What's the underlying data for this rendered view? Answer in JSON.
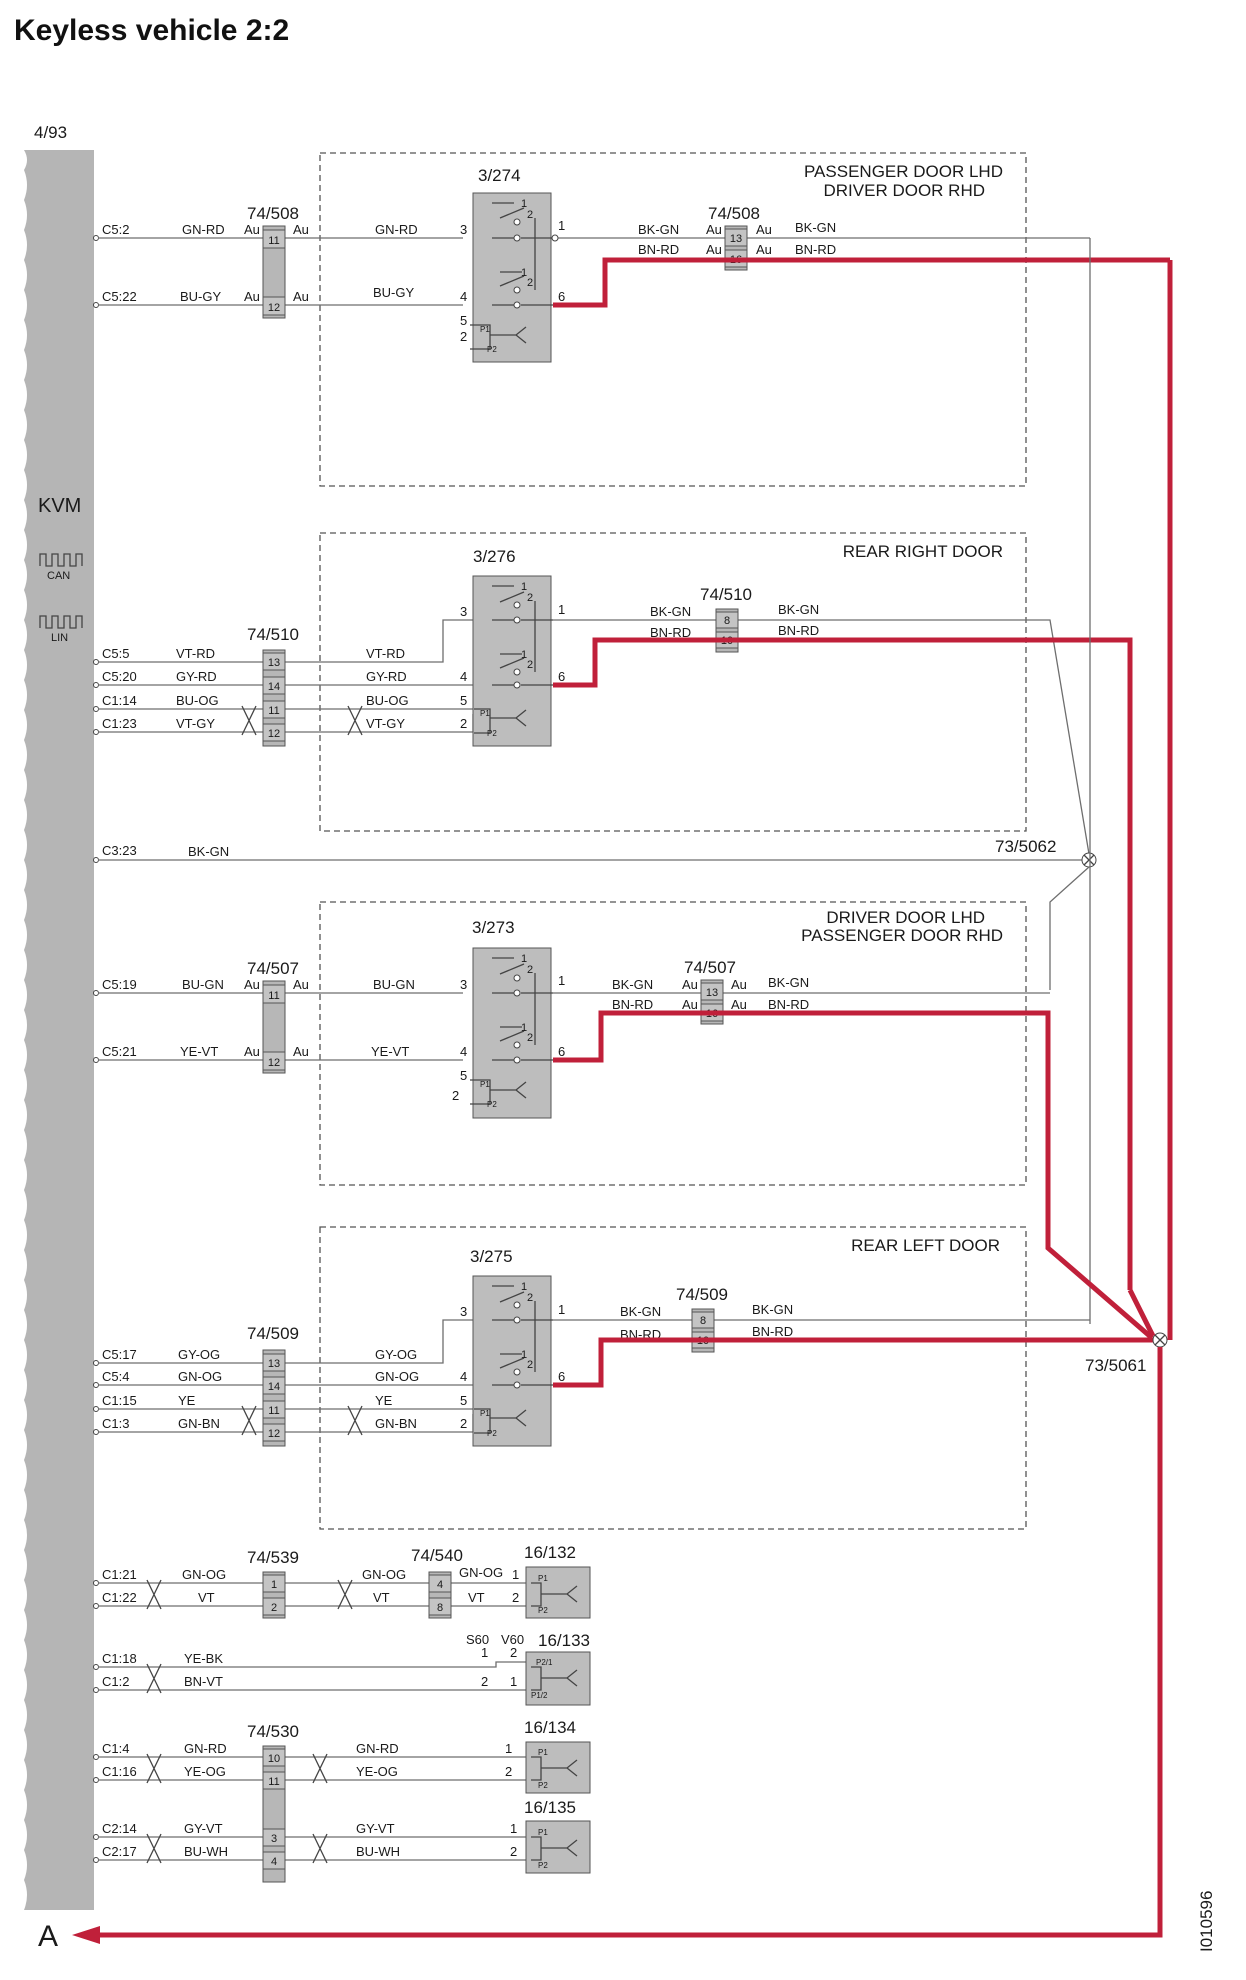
{
  "title": "Keyless vehicle 2:2",
  "colors": {
    "highlight": "#c0203a",
    "module": "#b7b7b7"
  },
  "kvm": {
    "ref": "4/93",
    "label": "KVM",
    "can": "CAN",
    "lin": "LIN"
  },
  "common": {
    "au": "Au",
    "p1": "P1",
    "p2": "P2"
  },
  "door1": {
    "label1": "PASSENGER DOOR LHD",
    "label2": "DRIVER DOOR RHD",
    "module": "3/274",
    "conn_left": "74/508",
    "conn_right": "74/508",
    "pins_left": [
      "11",
      "12"
    ],
    "pins_right": [
      "13",
      "16"
    ],
    "kvm_pins": [
      "C5:2",
      "C5:22"
    ],
    "wires_left": [
      "GN-RD",
      "BU-GY"
    ],
    "wires_mid": [
      "GN-RD",
      "BU-GY"
    ],
    "module_pins_left": [
      "3",
      "4",
      "5",
      "2"
    ],
    "module_pins_right": [
      "1",
      "6"
    ],
    "switch_pins": [
      "1",
      "2",
      "1",
      "2"
    ],
    "wires_out_a": [
      "BK-GN",
      "BN-RD"
    ],
    "wires_out_b": [
      "BK-GN",
      "BN-RD"
    ]
  },
  "door2": {
    "label1": "REAR RIGHT DOOR",
    "module": "3/276",
    "conn_left": "74/510",
    "conn_right": "74/510",
    "pins_left": [
      "13",
      "14",
      "11",
      "12"
    ],
    "pins_right": [
      "8",
      "10"
    ],
    "kvm_pins": [
      "C5:5",
      "C5:20",
      "C1:14",
      "C1:23"
    ],
    "wires_left": [
      "VT-RD",
      "GY-RD",
      "BU-OG",
      "VT-GY"
    ],
    "wires_mid": [
      "VT-RD",
      "GY-RD",
      "BU-OG",
      "VT-GY"
    ],
    "module_pins_left": [
      "3",
      "4",
      "5",
      "2"
    ],
    "module_pins_right": [
      "1",
      "6"
    ],
    "switch_pins": [
      "1",
      "2",
      "1",
      "2"
    ],
    "wires_out_a": [
      "BK-GN",
      "BN-RD"
    ],
    "wires_out_b": [
      "BK-GN",
      "BN-RD"
    ]
  },
  "ground_wire": {
    "kvm_pin": "C3:23",
    "wire": "BK-GN",
    "node": "73/5062"
  },
  "door3": {
    "label1": "DRIVER DOOR LHD",
    "label2": "PASSENGER DOOR RHD",
    "module": "3/273",
    "conn_left": "74/507",
    "conn_right": "74/507",
    "pins_left": [
      "11",
      "12"
    ],
    "pins_right": [
      "13",
      "16"
    ],
    "kvm_pins": [
      "C5:19",
      "C5:21"
    ],
    "wires_left": [
      "BU-GN",
      "YE-VT"
    ],
    "wires_mid": [
      "BU-GN",
      "YE-VT"
    ],
    "module_pins_left": [
      "3",
      "4",
      "5",
      "2"
    ],
    "module_pins_right": [
      "1",
      "6"
    ],
    "switch_pins": [
      "1",
      "2",
      "1",
      "2"
    ],
    "wires_out_a": [
      "BK-GN",
      "BN-RD"
    ],
    "wires_out_b": [
      "BK-GN",
      "BN-RD"
    ]
  },
  "door4": {
    "label1": "REAR LEFT DOOR",
    "module": "3/275",
    "conn_left": "74/509",
    "conn_right": "74/509",
    "pins_left": [
      "13",
      "14",
      "11",
      "12"
    ],
    "pins_right": [
      "8",
      "10"
    ],
    "kvm_pins": [
      "C5:17",
      "C5:4",
      "C1:15",
      "C1:3"
    ],
    "wires_left": [
      "GY-OG",
      "GN-OG",
      "YE",
      "GN-BN"
    ],
    "wires_mid": [
      "GY-OG",
      "GN-OG",
      "YE",
      "GN-BN"
    ],
    "module_pins_left": [
      "3",
      "4",
      "5",
      "2"
    ],
    "module_pins_right": [
      "1",
      "6"
    ],
    "switch_pins": [
      "1",
      "2",
      "1",
      "2"
    ],
    "wires_out_a": [
      "BK-GN",
      "BN-RD"
    ],
    "wires_out_b": [
      "BK-GN",
      "BN-RD"
    ],
    "node": "73/5061"
  },
  "ant1": {
    "kvm_pins": [
      "C1:21",
      "C1:22"
    ],
    "wires1": [
      "GN-OG",
      "VT"
    ],
    "conn1": "74/539",
    "pins1": [
      "1",
      "2"
    ],
    "wires2": [
      "GN-OG",
      "VT"
    ],
    "conn2": "74/540",
    "pins2": [
      "4",
      "8"
    ],
    "wires3": [
      "GN-OG",
      "VT"
    ],
    "module": "16/132",
    "mpins": [
      "1",
      "2"
    ]
  },
  "ant2": {
    "kvm_pins": [
      "C1:18",
      "C1:2"
    ],
    "wires": [
      "YE-BK",
      "BN-VT"
    ],
    "module": "16/133",
    "variants": [
      "S60",
      "V60"
    ],
    "vpins_top": [
      "1",
      "2"
    ],
    "vpins_bot": [
      "2",
      "1"
    ],
    "p_top": "P2/1",
    "p_bot": "P1/2"
  },
  "ant3": {
    "kvm_pins": [
      "C1:4",
      "C1:16"
    ],
    "wires1": [
      "GN-RD",
      "YE-OG"
    ],
    "conn": "74/530",
    "pins1": [
      "10",
      "11"
    ],
    "wires2": [
      "GN-RD",
      "YE-OG"
    ],
    "module": "16/134",
    "mpins": [
      "1",
      "2"
    ]
  },
  "ant4": {
    "kvm_pins": [
      "C2:14",
      "C2:17"
    ],
    "wires1": [
      "GY-VT",
      "BU-WH"
    ],
    "pins1": [
      "3",
      "4"
    ],
    "wires2": [
      "GY-VT",
      "BU-WH"
    ],
    "module": "16/135",
    "mpins": [
      "1",
      "2"
    ]
  },
  "arrow_label": "A",
  "figure_id": "I010596"
}
